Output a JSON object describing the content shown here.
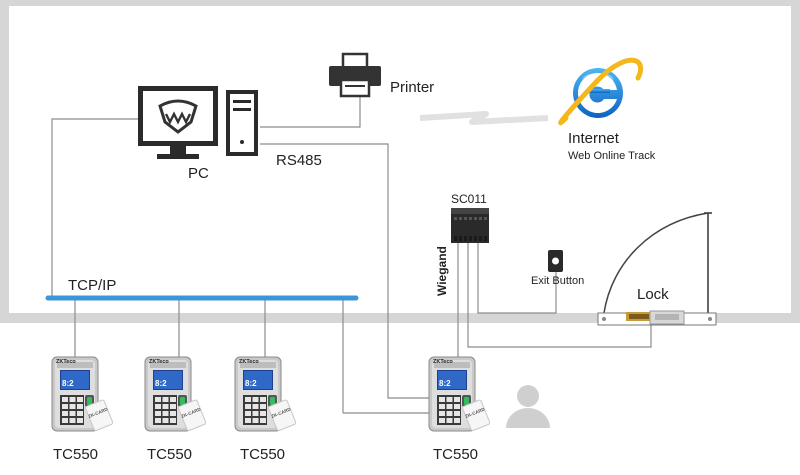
{
  "labels": {
    "pc": "PC",
    "printer": "Printer",
    "internet": "Internet",
    "web_online_track": "Web Online Track",
    "rs485": "RS485",
    "tcpip": "TCP/IP",
    "controller": "SC011",
    "wiegand": "Wiegand",
    "exit_button": "Exit Button",
    "lock": "Lock"
  },
  "terminals": [
    {
      "label": "TC550",
      "screen": "8:2",
      "card": "ZK-CARD"
    },
    {
      "label": "TC550",
      "screen": "8:2",
      "card": "ZK-CARD"
    },
    {
      "label": "TC550",
      "screen": "8:2",
      "card": "ZK-CARD"
    },
    {
      "label": "TC550",
      "screen": "8:2",
      "card": "ZK-CARD"
    }
  ],
  "terminal_brand": "ZKTeco",
  "icons": {
    "pc": "monitor-icon",
    "tower": "computer-tower-icon",
    "printer": "printer-icon",
    "internet": "internet-explorer-icon",
    "person": "person-icon",
    "door": "door-swing-icon"
  },
  "colors": {
    "wall": "#d6d6d6",
    "tcpip_bus": "#3d95d9",
    "wire": "#8c8c8c",
    "ie_blue": "#1a7fd6",
    "ie_ring": "#f4b81c"
  }
}
